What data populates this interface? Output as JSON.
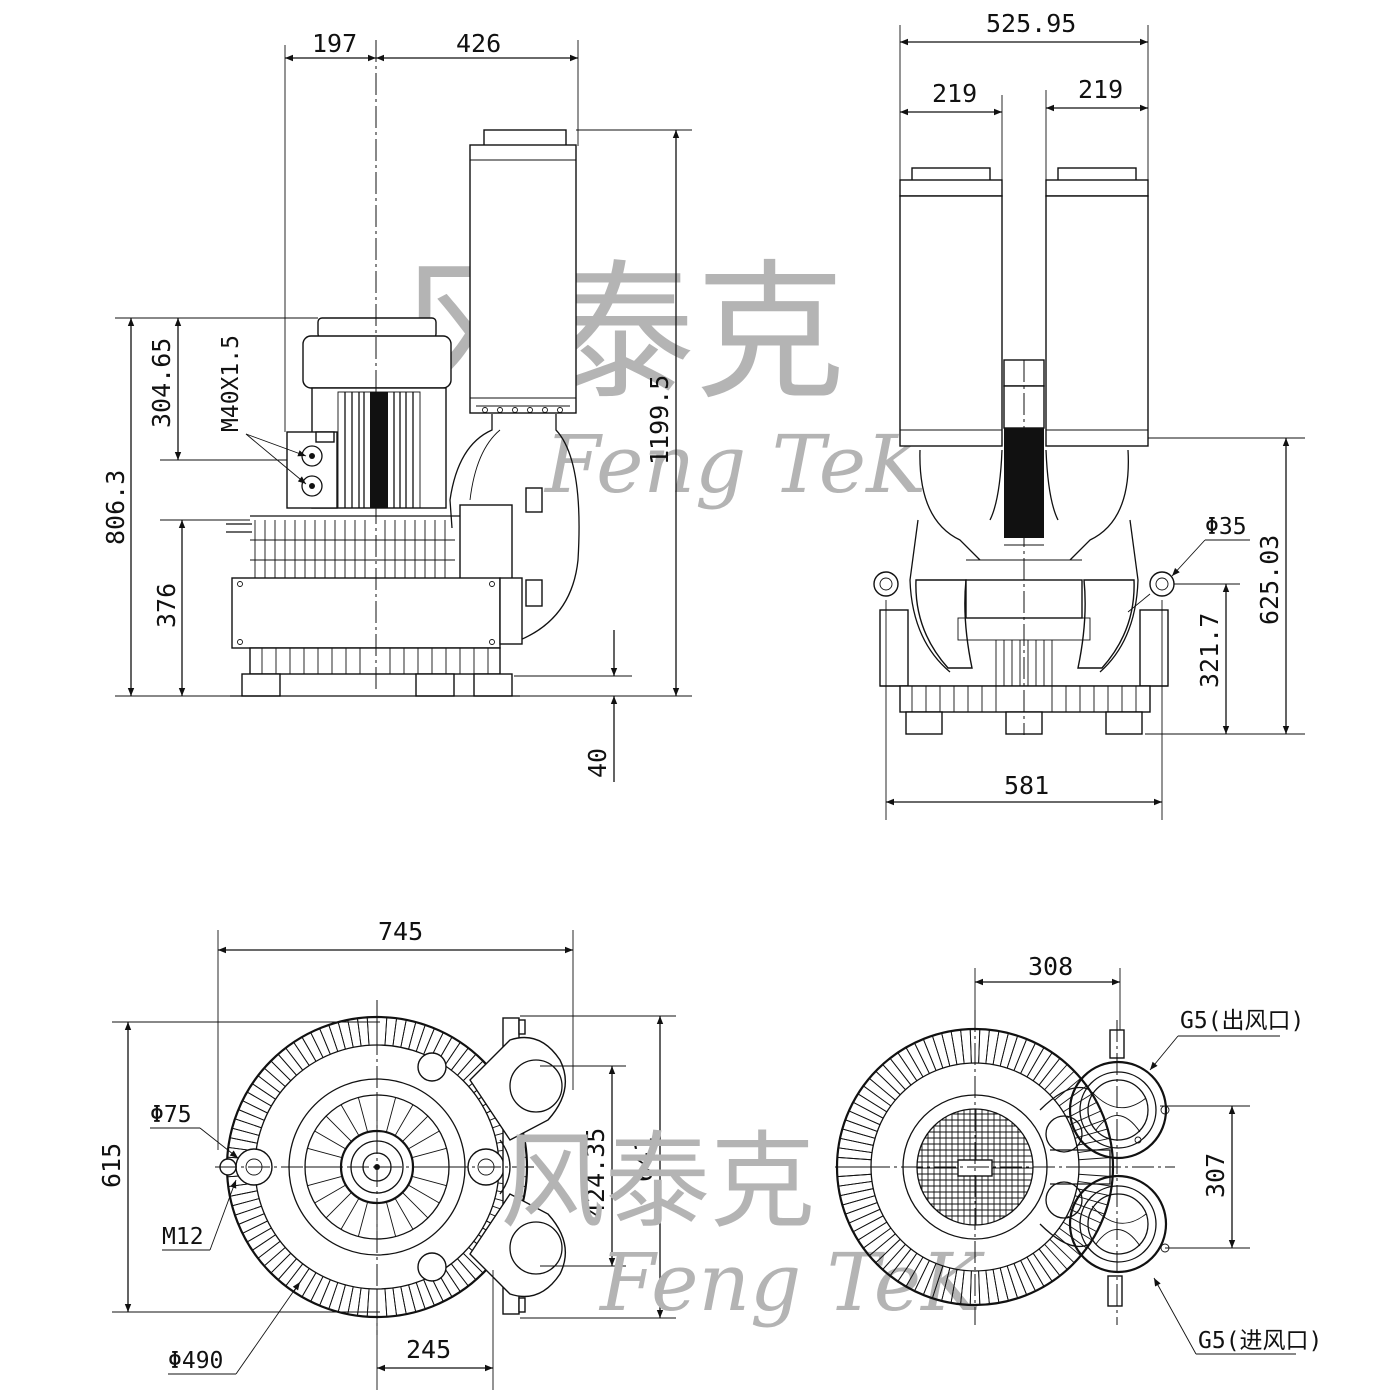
{
  "watermark": {
    "brand_cn": "风泰克",
    "brand_en": "Feng  TeK",
    "registered": "®"
  },
  "side_view": {
    "dims": {
      "top_left": "197",
      "top_right": "426",
      "height_left": "806.3",
      "upper": "304.65",
      "lower": "376",
      "total": "1199.5",
      "feet": "40"
    },
    "thread_label": "M40X1.5"
  },
  "front_view": {
    "dims": {
      "top_width": "525.95",
      "filter_left": "219",
      "filter_right": "219",
      "bottom_width": "581",
      "height_total": "625.03",
      "height_lift": "321.7"
    },
    "hole_label": "Φ35"
  },
  "top_view": {
    "dims": {
      "width": "745",
      "height_outer": "615",
      "height_right": "641",
      "inlet_spacing": "424.35",
      "offset_bottom": "245"
    },
    "labels": {
      "hole": "Φ75",
      "bolt": "M12",
      "diameter": "Φ490"
    }
  },
  "bottom_view": {
    "dims": {
      "width": "308",
      "spacing": "307"
    },
    "labels": {
      "outlet": "G5(出风口)",
      "inlet": "G5(进风口)"
    }
  }
}
